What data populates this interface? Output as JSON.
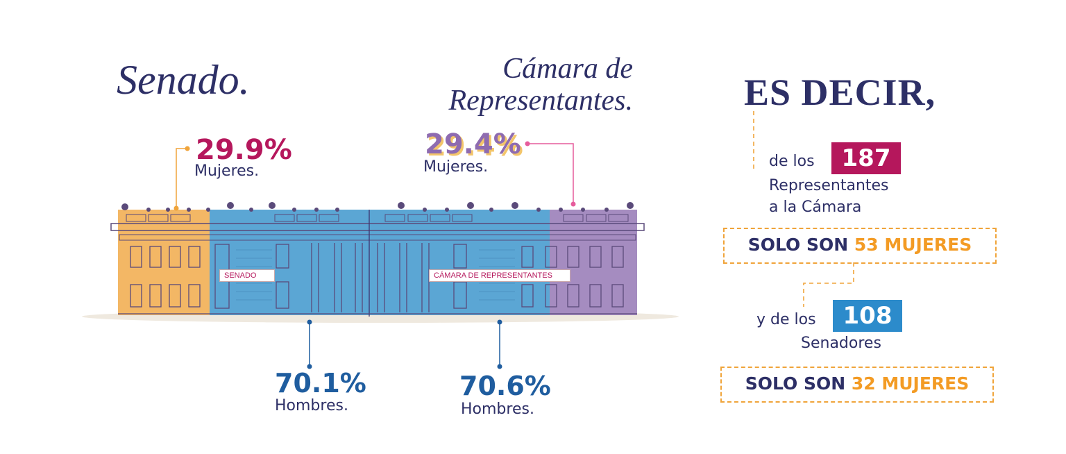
{
  "senado": {
    "title": "Senado.",
    "women_pct": "29.9%",
    "women_label": "Mujeres.",
    "men_pct": "70.1%",
    "men_label": "Hombres.",
    "building_label": "SENADO"
  },
  "camara": {
    "title_line1": "Cámara de",
    "title_line2": "Representantes.",
    "women_pct": "29.4%",
    "women_label": "Mujeres.",
    "men_pct": "70.6%",
    "men_label": "Hombres.",
    "building_label": "CÁMARA DE REPRESENTANTES"
  },
  "summary": {
    "heading": "ES DECIR,",
    "line1_prefix": "de los",
    "reps_total": "187",
    "line1_rest1": "Representantes",
    "line1_rest2": "a la Cámara",
    "solo1_prefix": "SOLO SON",
    "solo1_value": "53 MUJERES",
    "line2_prefix": "y de los",
    "senators_total": "108",
    "line2_rest": "Senadores",
    "solo2_prefix": "SOLO SON",
    "solo2_value": "32 MUJERES"
  },
  "colors": {
    "women_senado": "#b5175c",
    "women_camara": "#8e6bb0",
    "men": "#1f5d9f",
    "building_orange": "#f3b765",
    "building_blue": "#5ba6d4",
    "building_purple": "#a58cc0",
    "dash": "#f0a43a"
  }
}
